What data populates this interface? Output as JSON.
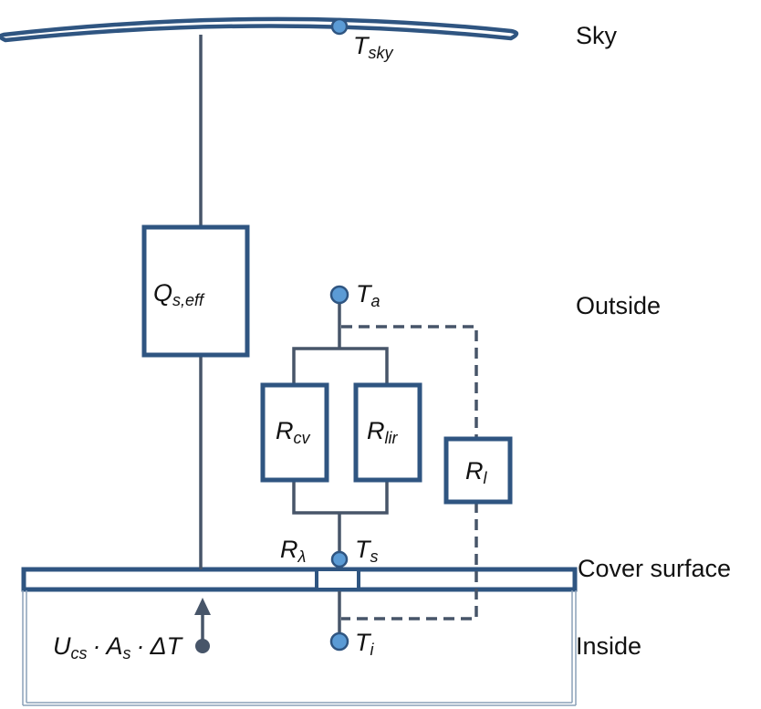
{
  "zones": {
    "sky": "Sky",
    "outside": "Outside",
    "cover_surface": "Cover surface",
    "inside": "Inside"
  },
  "nodes": {
    "t_sky": {
      "main": "T",
      "sub": "sky"
    },
    "t_a": {
      "main": "T",
      "sub": "a"
    },
    "t_s": {
      "main": "T",
      "sub": "s"
    },
    "t_i": {
      "main": "T",
      "sub": "i"
    }
  },
  "elements": {
    "q_s_eff": {
      "main": "Q",
      "sub": "s,eff"
    },
    "r_cv": {
      "main": "R",
      "sub": "cv"
    },
    "r_lir": {
      "main": "R",
      "sub": "lir"
    },
    "r_l": {
      "main": "R",
      "sub": "l"
    },
    "r_lambda": {
      "main": "R",
      "sub": "λ"
    }
  },
  "flux": {
    "u": "U",
    "u_sub": "cs",
    "dot1": "·",
    "a": "A",
    "a_sub": "s",
    "dot2": "·",
    "delta_t": "ΔT"
  },
  "colors": {
    "box_stroke": "#2f5581",
    "wire": "#475569",
    "node_fill": "#5b9bd5"
  }
}
